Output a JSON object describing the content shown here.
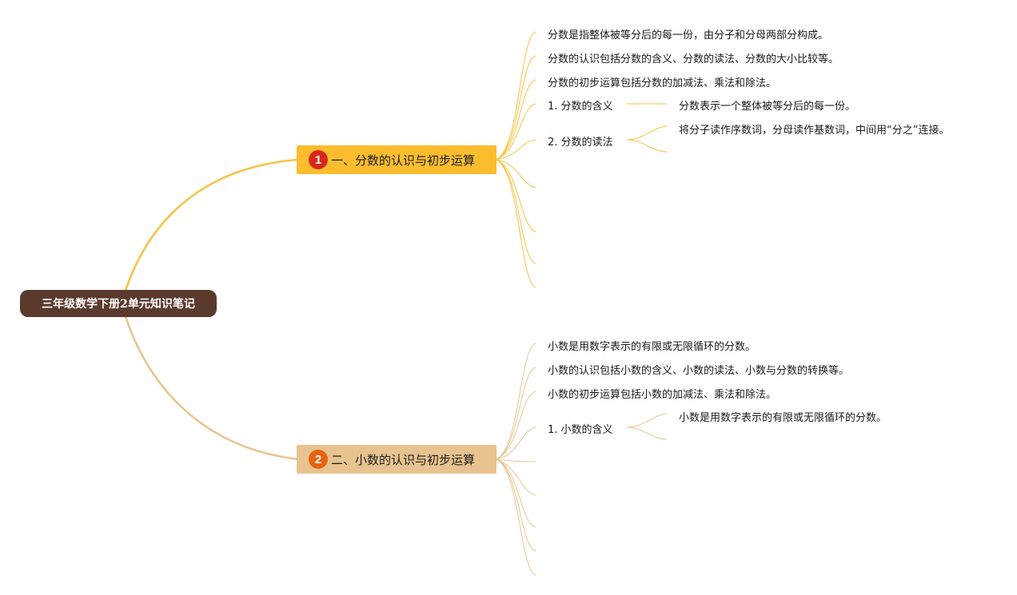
{
  "root": {
    "title": "三年级数学下册2单元知识笔记"
  },
  "colors": {
    "root_bg": "#5b3a2e",
    "branch1_bg": "#fbbd2e",
    "branch1_badge": "#d62718",
    "branch2_bg": "#e8c38f",
    "branch2_badge": "#e6640f",
    "branch1_line": "#f5c343",
    "branch2_line": "#e8c38f"
  },
  "branches": [
    {
      "badge": "1",
      "title": "一、分数的认识与初步运算",
      "items": [
        "分数是指整体被等分后的每一份，由分子和分母两部分构成。",
        "分数的认识包括分数的含义、分数的读法、分数的大小比较等。",
        "分数的初步运算包括分数的加减法、乘法和除法。",
        "1. 分数的含义",
        "2. 分数的读法"
      ],
      "subitems": {
        "meaning": "分数表示一个整体被等分后的每一份。",
        "reading": "将分子读作序数词，分母读作基数词，中间用“分之”连接。"
      }
    },
    {
      "badge": "2",
      "title": "二、小数的认识与初步运算",
      "items": [
        "小数是用数字表示的有限或无限循环的分数。",
        "小数的认识包括小数的含义、小数的读法、小数与分数的转换等。",
        "小数的初步运算包括小数的加减法、乘法和除法。",
        "1. 小数的含义"
      ],
      "subitems": {
        "meaning": "小数是用数字表示的有限或无限循环的分数。"
      }
    }
  ]
}
